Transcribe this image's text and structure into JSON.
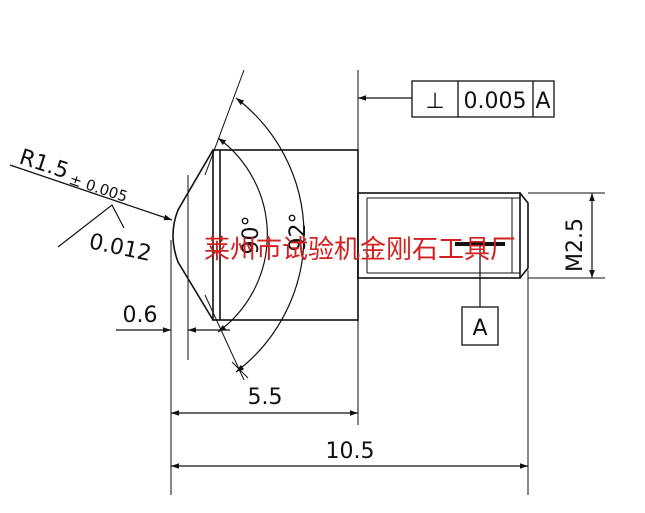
{
  "dimensions": {
    "total_length": "10.5",
    "body_length": "5.5",
    "tip_offset": "0.6",
    "thread": "M2.5",
    "angle_inner": "90°",
    "angle_outer": "92°",
    "radius_main": "R1.5",
    "radius_tol": "± 0.005",
    "profile_tol": "0.012"
  },
  "fcf": {
    "symbol": "⊥",
    "tolerance": "0.005",
    "datum": "A"
  },
  "datum_label": "A",
  "watermark": "莱州市试验机金刚石工具厂"
}
